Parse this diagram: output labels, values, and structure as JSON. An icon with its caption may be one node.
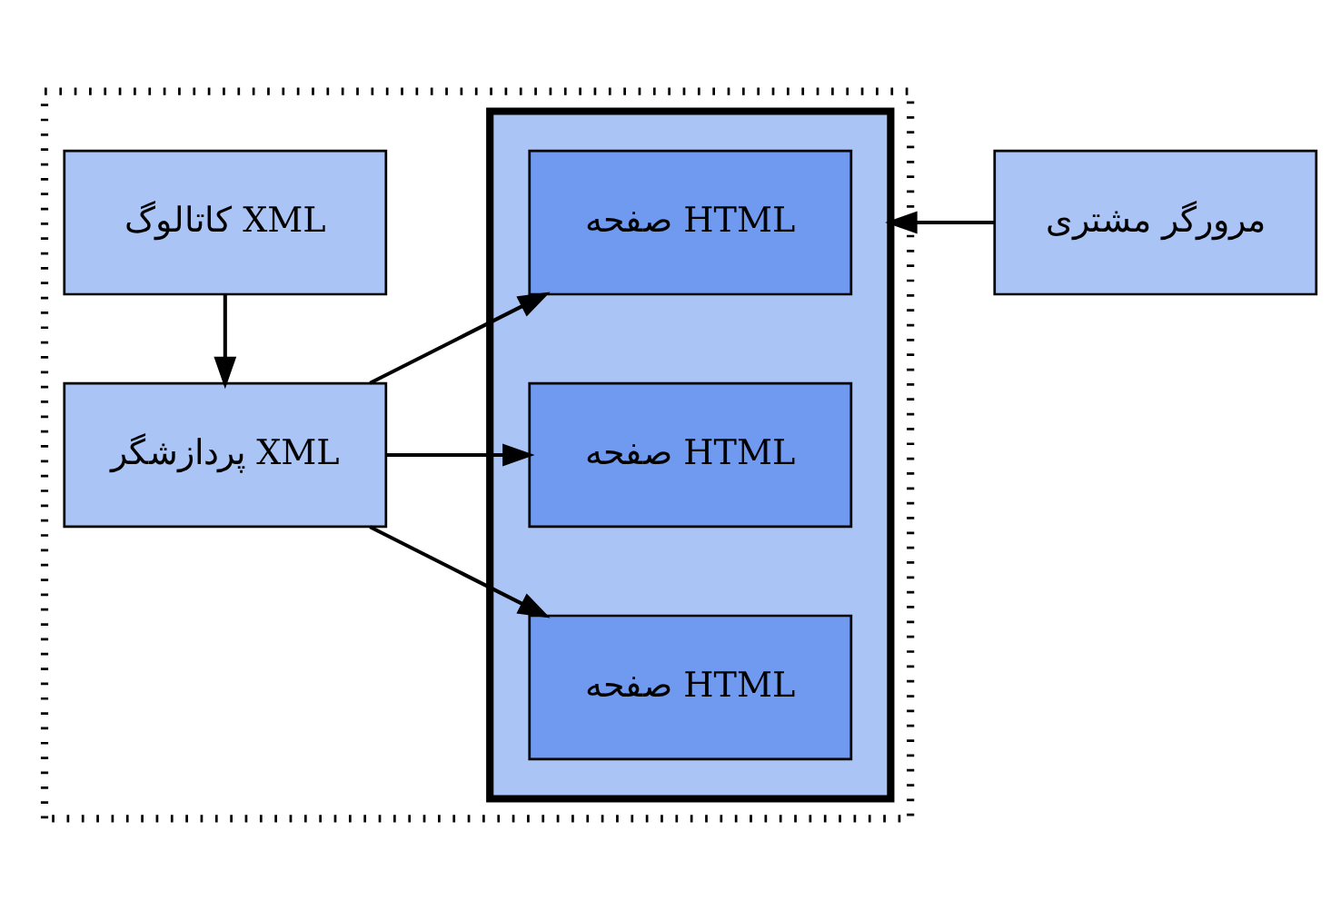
{
  "diagram": {
    "nodes": [
      {
        "text": [],
        "shape": "box"
      },
      {
        "text": [],
        "shape": "box",
        "in": 0
      },
      {
        "text": [
          "کاتالوگ XML"
        ],
        "in": 0
      },
      {
        "text": [
          "پردازشگر XML"
        ],
        "in": 0
      },
      {
        "text": [
          "صفحه HTML"
        ],
        "in": 1
      },
      {
        "text": [
          "صفحه HTML"
        ],
        "in": 1
      },
      {
        "text": [
          "صفحه HTML"
        ],
        "in": 1
      },
      {
        "text": [
          "مرورگر مشتری"
        ]
      }
    ],
    "edges": [
      {
        "from": 2,
        "to": 3,
        "arrow": "to"
      },
      {
        "from": 3,
        "to": 4,
        "arrow": "to"
      },
      {
        "from": 3,
        "to": 5,
        "arrow": "to"
      },
      {
        "from": 3,
        "to": 6,
        "arrow": "to"
      },
      {
        "from": 7,
        "to": 1,
        "arrow": "to"
      }
    ]
  }
}
